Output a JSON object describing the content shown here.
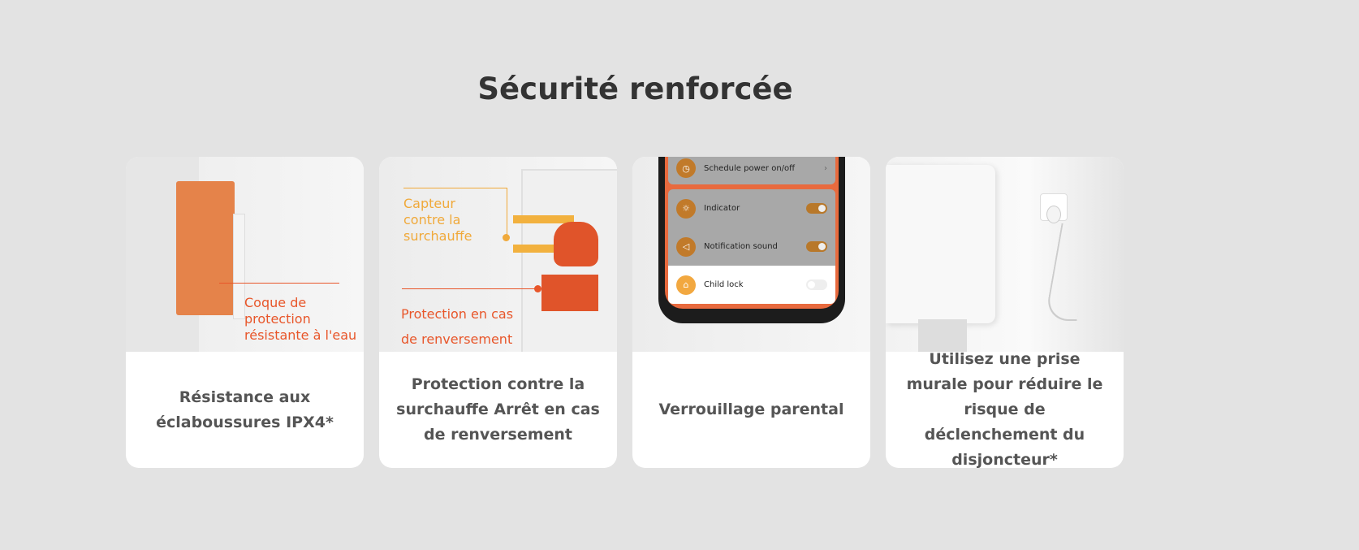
{
  "title": "Sécurité renforcée",
  "cards": [
    {
      "label": [
        "Coque de",
        "protection",
        "résistante à l'eau"
      ],
      "caption": "Résistance aux éclaboussures IPX4*"
    },
    {
      "label_sensor": [
        "Capteur",
        "contre la",
        "surchauffe"
      ],
      "label_tip": [
        "Protection en cas",
        "de renversement"
      ],
      "caption": "Protection contre la surchauffe Arrêt en cas de renversement"
    },
    {
      "app": {
        "schedule": "Schedule power on/off",
        "indicator": "Indicator",
        "notification": "Notification sound",
        "child_lock": "Child lock"
      },
      "caption": "Verrouillage parental"
    },
    {
      "caption": "Utilisez une prise murale pour réduire le risque de déclenchement du disjoncteur*"
    }
  ],
  "colors": {
    "orange": "#e8562a",
    "yellow": "#f0a93a"
  }
}
